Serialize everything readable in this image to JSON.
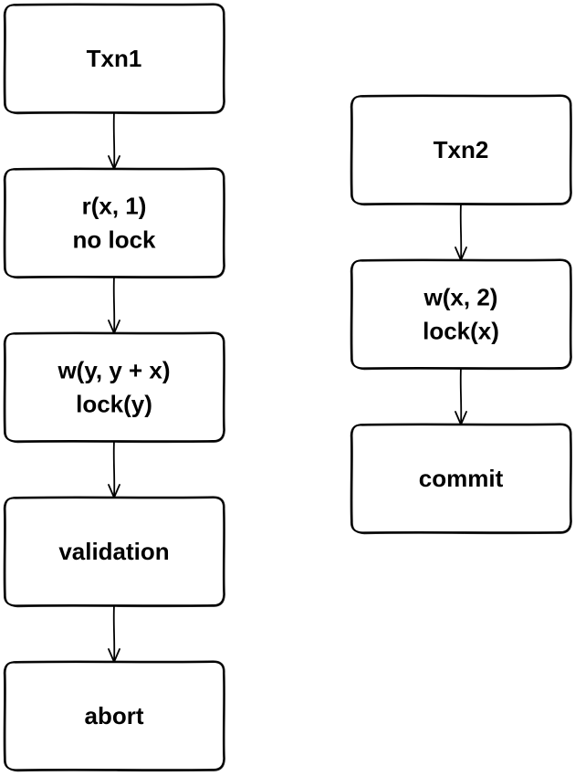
{
  "diagram": {
    "columns": [
      {
        "id": "txn1",
        "nodes": [
          {
            "id": "txn1-title",
            "lines": [
              "Txn1"
            ]
          },
          {
            "id": "txn1-read",
            "lines": [
              "r(x, 1)",
              "no lock"
            ]
          },
          {
            "id": "txn1-write",
            "lines": [
              "w(y, y + x)",
              "lock(y)"
            ]
          },
          {
            "id": "txn1-validation",
            "lines": [
              "validation"
            ]
          },
          {
            "id": "txn1-abort",
            "lines": [
              "abort"
            ]
          }
        ]
      },
      {
        "id": "txn2",
        "nodes": [
          {
            "id": "txn2-title",
            "lines": [
              "Txn2"
            ]
          },
          {
            "id": "txn2-write",
            "lines": [
              "w(x, 2)",
              "lock(x)"
            ]
          },
          {
            "id": "txn2-commit",
            "lines": [
              "commit"
            ]
          }
        ]
      }
    ],
    "edges": [
      {
        "from": "txn1-title",
        "to": "txn1-read"
      },
      {
        "from": "txn1-read",
        "to": "txn1-write"
      },
      {
        "from": "txn1-write",
        "to": "txn1-validation"
      },
      {
        "from": "txn1-validation",
        "to": "txn1-abort"
      },
      {
        "from": "txn2-title",
        "to": "txn2-write"
      },
      {
        "from": "txn2-write",
        "to": "txn2-commit"
      }
    ],
    "stroke_color": "#000000",
    "fill_color": "#ffffff",
    "style": "hand-drawn sketch"
  }
}
